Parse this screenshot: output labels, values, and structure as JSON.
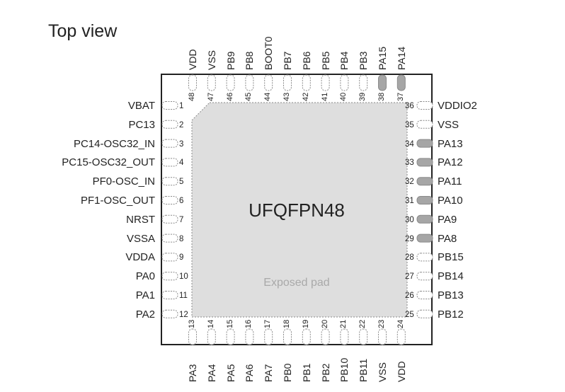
{
  "title": "Top view",
  "package_name": "UFQFPN48",
  "exposed_pad_label": "Exposed pad",
  "colors": {
    "pin_normal": "#ffffff",
    "pin_highlight": "#a6a6a6",
    "pad": "#dedede",
    "outline": "#222222"
  },
  "pins": {
    "left": [
      {
        "num": "1",
        "name": "VBAT",
        "highlight": false
      },
      {
        "num": "2",
        "name": "PC13",
        "highlight": false
      },
      {
        "num": "3",
        "name": "PC14-OSC32_IN",
        "highlight": false
      },
      {
        "num": "4",
        "name": "PC15-OSC32_OUT",
        "highlight": false
      },
      {
        "num": "5",
        "name": "PF0-OSC_IN",
        "highlight": false
      },
      {
        "num": "6",
        "name": "PF1-OSC_OUT",
        "highlight": false
      },
      {
        "num": "7",
        "name": "NRST",
        "highlight": false
      },
      {
        "num": "8",
        "name": "VSSA",
        "highlight": false
      },
      {
        "num": "9",
        "name": "VDDA",
        "highlight": false
      },
      {
        "num": "10",
        "name": "PA0",
        "highlight": false
      },
      {
        "num": "11",
        "name": "PA1",
        "highlight": false
      },
      {
        "num": "12",
        "name": "PA2",
        "highlight": false
      }
    ],
    "bottom": [
      {
        "num": "13",
        "name": "PA3",
        "highlight": false
      },
      {
        "num": "14",
        "name": "PA4",
        "highlight": false
      },
      {
        "num": "15",
        "name": "PA5",
        "highlight": false
      },
      {
        "num": "16",
        "name": "PA6",
        "highlight": false
      },
      {
        "num": "17",
        "name": "PA7",
        "highlight": false
      },
      {
        "num": "18",
        "name": "PB0",
        "highlight": false
      },
      {
        "num": "19",
        "name": "PB1",
        "highlight": false
      },
      {
        "num": "20",
        "name": "PB2",
        "highlight": false
      },
      {
        "num": "21",
        "name": "PB10",
        "highlight": false
      },
      {
        "num": "22",
        "name": "PB11",
        "highlight": false
      },
      {
        "num": "23",
        "name": "VSS",
        "highlight": false
      },
      {
        "num": "24",
        "name": "VDD",
        "highlight": false
      }
    ],
    "right": [
      {
        "num": "25",
        "name": "PB12",
        "highlight": false
      },
      {
        "num": "26",
        "name": "PB13",
        "highlight": false
      },
      {
        "num": "27",
        "name": "PB14",
        "highlight": false
      },
      {
        "num": "28",
        "name": "PB15",
        "highlight": false
      },
      {
        "num": "29",
        "name": "PA8",
        "highlight": true
      },
      {
        "num": "30",
        "name": "PA9",
        "highlight": true
      },
      {
        "num": "31",
        "name": "PA10",
        "highlight": true
      },
      {
        "num": "32",
        "name": "PA11",
        "highlight": true
      },
      {
        "num": "33",
        "name": "PA12",
        "highlight": true
      },
      {
        "num": "34",
        "name": "PA13",
        "highlight": true
      },
      {
        "num": "35",
        "name": "VSS",
        "highlight": false
      },
      {
        "num": "36",
        "name": "VDDIO2",
        "highlight": false
      }
    ],
    "top": [
      {
        "num": "37",
        "name": "PA14",
        "highlight": true
      },
      {
        "num": "38",
        "name": "PA15",
        "highlight": true
      },
      {
        "num": "39",
        "name": "PB3",
        "highlight": false
      },
      {
        "num": "40",
        "name": "PB4",
        "highlight": false
      },
      {
        "num": "41",
        "name": "PB5",
        "highlight": false
      },
      {
        "num": "42",
        "name": "PB6",
        "highlight": false
      },
      {
        "num": "43",
        "name": "PB7",
        "highlight": false
      },
      {
        "num": "44",
        "name": "BOOT0",
        "highlight": false
      },
      {
        "num": "45",
        "name": "PB8",
        "highlight": false
      },
      {
        "num": "46",
        "name": "PB9",
        "highlight": false
      },
      {
        "num": "47",
        "name": "VSS",
        "highlight": false
      },
      {
        "num": "48",
        "name": "VDD",
        "highlight": false
      }
    ]
  }
}
